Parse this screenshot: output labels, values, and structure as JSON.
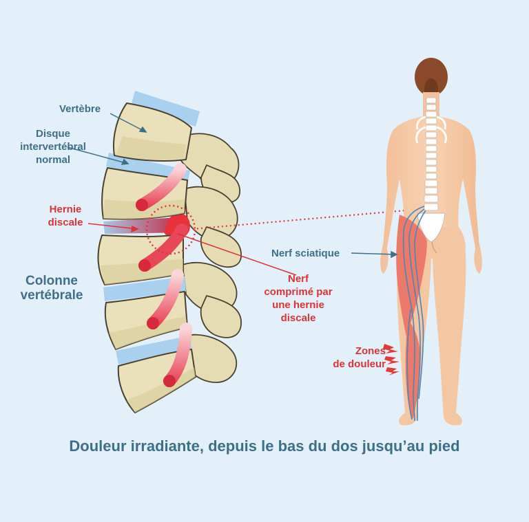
{
  "labels": {
    "vertebre": "Vertèbre",
    "disque": [
      "Disque",
      "intervertébral",
      "normal"
    ],
    "hernie": [
      "Hernie",
      "discale"
    ],
    "colonne": [
      "Colonne",
      "vertébrale"
    ],
    "nerf_comprime": [
      "Nerf",
      "comprimé par",
      "une hernie",
      "discale"
    ],
    "nerf_sciatique": "Nerf sciatique",
    "zones": [
      "Zones",
      "de douleur"
    ]
  },
  "caption": "Douleur irradiante, depuis le bas du dos jusqu’au pied",
  "icons": [
    "pain-bolt-icon"
  ],
  "colors": {
    "background": "#e4f0f9",
    "bone": "#e8dfb8",
    "bone_outline": "#4a4030",
    "disc": "#a9d1ef",
    "hernia": "#e8313b",
    "nerve_tube": "#f4a9b0",
    "skin": "#f6cba8",
    "pain_zone": "#ec7a6a",
    "sciatic_nerve": "#4c86b8",
    "blue_text": "#3d6f86",
    "red_text": "#d9343c"
  }
}
